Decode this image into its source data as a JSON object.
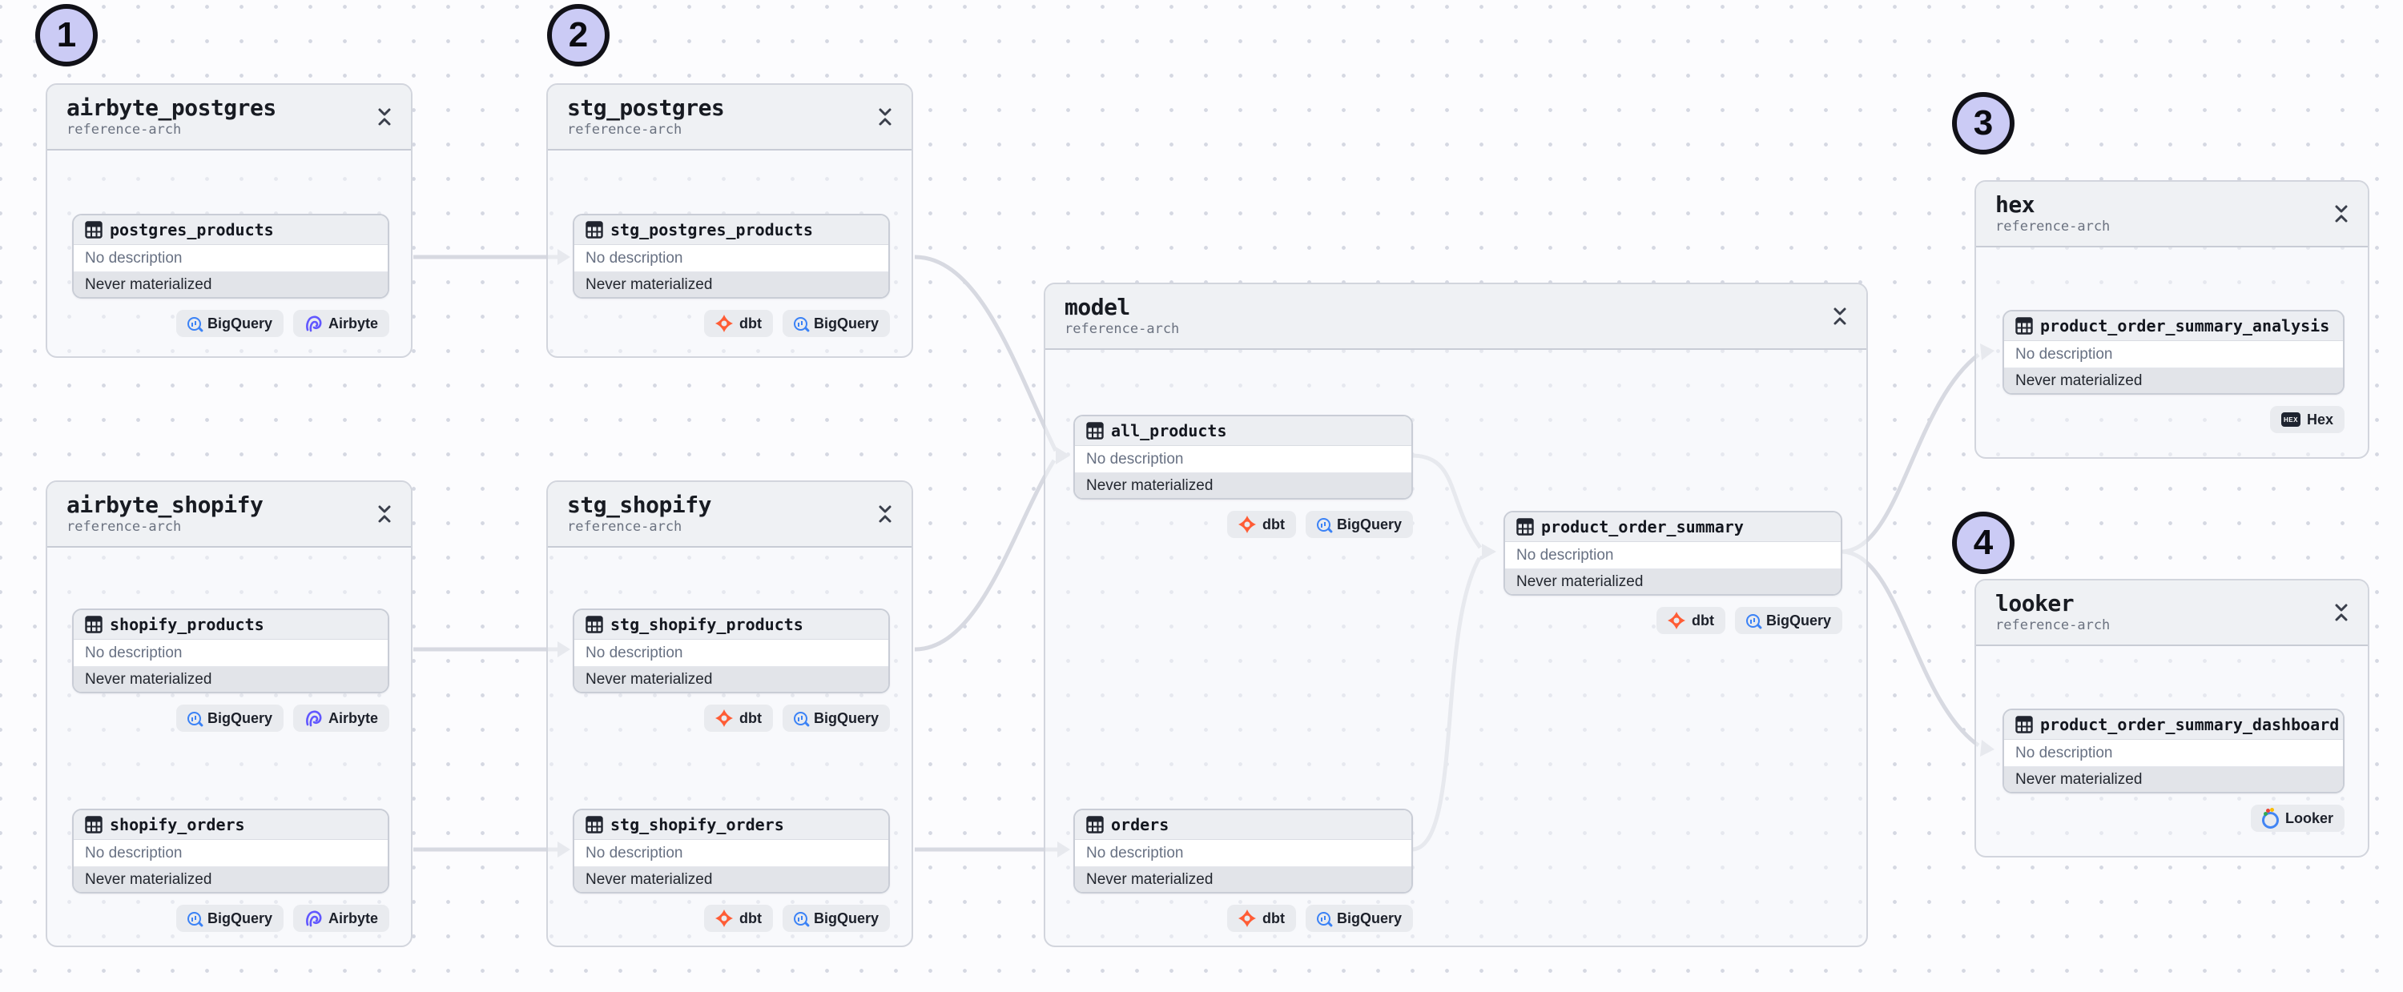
{
  "app": {
    "name": "asset-lineage-graph",
    "view": "global-asset-lineage"
  },
  "annotations": [
    {
      "label": "1"
    },
    {
      "label": "2"
    },
    {
      "label": "3"
    },
    {
      "label": "4"
    }
  ],
  "groups": [
    {
      "title": "airbyte_postgres",
      "subtitle": "reference-arch",
      "assets": [
        {
          "name": "postgres_products",
          "description": "No description",
          "status": "Never materialized",
          "badges": [
            {
              "icon": "bigquery-icon",
              "label": "BigQuery"
            },
            {
              "icon": "airbyte-icon",
              "label": "Airbyte"
            }
          ]
        }
      ]
    },
    {
      "title": "stg_postgres",
      "subtitle": "reference-arch",
      "assets": [
        {
          "name": "stg_postgres_products",
          "description": "No description",
          "status": "Never materialized",
          "badges": [
            {
              "icon": "dbt-icon",
              "label": "dbt"
            },
            {
              "icon": "bigquery-icon",
              "label": "BigQuery"
            }
          ]
        }
      ]
    },
    {
      "title": "airbyte_shopify",
      "subtitle": "reference-arch",
      "assets": [
        {
          "name": "shopify_products",
          "description": "No description",
          "status": "Never materialized",
          "badges": [
            {
              "icon": "bigquery-icon",
              "label": "BigQuery"
            },
            {
              "icon": "airbyte-icon",
              "label": "Airbyte"
            }
          ]
        },
        {
          "name": "shopify_orders",
          "description": "No description",
          "status": "Never materialized",
          "badges": [
            {
              "icon": "bigquery-icon",
              "label": "BigQuery"
            },
            {
              "icon": "airbyte-icon",
              "label": "Airbyte"
            }
          ]
        }
      ]
    },
    {
      "title": "stg_shopify",
      "subtitle": "reference-arch",
      "assets": [
        {
          "name": "stg_shopify_products",
          "description": "No description",
          "status": "Never materialized",
          "badges": [
            {
              "icon": "dbt-icon",
              "label": "dbt"
            },
            {
              "icon": "bigquery-icon",
              "label": "BigQuery"
            }
          ]
        },
        {
          "name": "stg_shopify_orders",
          "description": "No description",
          "status": "Never materialized",
          "badges": [
            {
              "icon": "dbt-icon",
              "label": "dbt"
            },
            {
              "icon": "bigquery-icon",
              "label": "BigQuery"
            }
          ]
        }
      ]
    },
    {
      "title": "model",
      "subtitle": "reference-arch",
      "assets": [
        {
          "name": "all_products",
          "description": "No description",
          "status": "Never materialized",
          "badges": [
            {
              "icon": "dbt-icon",
              "label": "dbt"
            },
            {
              "icon": "bigquery-icon",
              "label": "BigQuery"
            }
          ]
        },
        {
          "name": "orders",
          "description": "No description",
          "status": "Never materialized",
          "badges": [
            {
              "icon": "dbt-icon",
              "label": "dbt"
            },
            {
              "icon": "bigquery-icon",
              "label": "BigQuery"
            }
          ]
        },
        {
          "name": "product_order_summary",
          "description": "No description",
          "status": "Never materialized",
          "badges": [
            {
              "icon": "dbt-icon",
              "label": "dbt"
            },
            {
              "icon": "bigquery-icon",
              "label": "BigQuery"
            }
          ]
        }
      ]
    },
    {
      "title": "hex",
      "subtitle": "reference-arch",
      "assets": [
        {
          "name": "product_order_summary_analysis",
          "description": "No description",
          "status": "Never materialized",
          "badges": [
            {
              "icon": "hex-icon",
              "label": "Hex"
            }
          ]
        }
      ]
    },
    {
      "title": "looker",
      "subtitle": "reference-arch",
      "assets": [
        {
          "name": "product_order_summary_dashboard",
          "description": "No description",
          "status": "Never materialized",
          "badges": [
            {
              "icon": "looker-icon",
              "label": "Looker"
            }
          ]
        }
      ]
    }
  ],
  "edges": [
    {
      "from": "postgres_products",
      "to": "stg_postgres_products"
    },
    {
      "from": "shopify_products",
      "to": "stg_shopify_products"
    },
    {
      "from": "shopify_orders",
      "to": "stg_shopify_orders"
    },
    {
      "from": "stg_postgres_products",
      "to": "all_products"
    },
    {
      "from": "stg_shopify_products",
      "to": "all_products"
    },
    {
      "from": "stg_shopify_orders",
      "to": "orders"
    },
    {
      "from": "all_products",
      "to": "product_order_summary"
    },
    {
      "from": "orders",
      "to": "product_order_summary"
    },
    {
      "from": "product_order_summary",
      "to": "product_order_summary_analysis"
    },
    {
      "from": "product_order_summary",
      "to": "product_order_summary_dashboard"
    }
  ],
  "colors": {
    "edge": "#d7d9e1",
    "dbt": "#ff5c35",
    "bigquery": "#3b82f6",
    "airbyte": "#6157ff",
    "hex_logo": "#1e2430",
    "looker_ring": "#4285f4",
    "annotation_fill": "#cbcbf5",
    "group_header": "#eff1f4",
    "status_row": "#e2e4e9"
  }
}
